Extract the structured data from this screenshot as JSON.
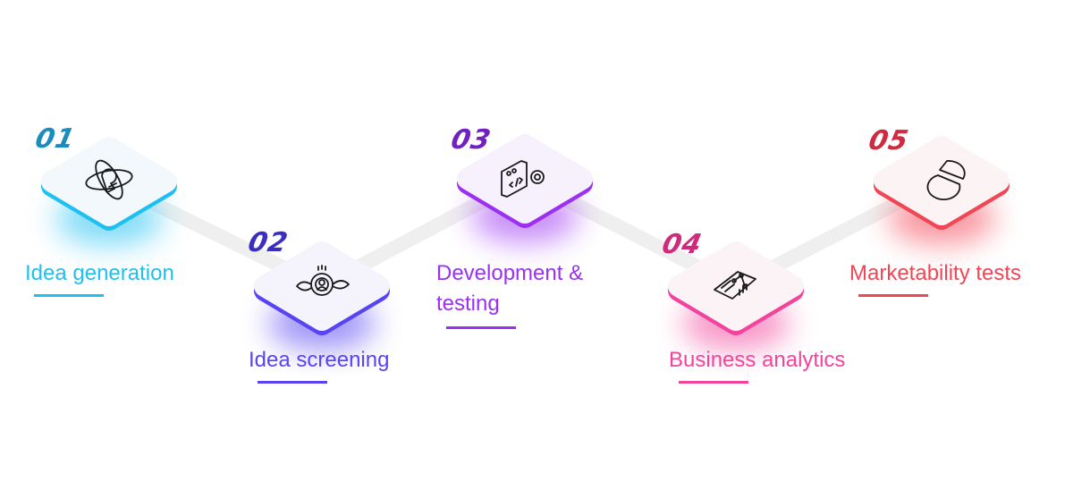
{
  "steps": [
    {
      "number": "01",
      "label": "Idea generation",
      "icon": "lightbulb-orbit-icon",
      "accent": "#1ec0f2",
      "number_color": "#1a8cc0",
      "tile": "#f3f8fd"
    },
    {
      "number": "02",
      "label": "Idea screening",
      "icon": "eye-target-icon",
      "accent": "#5844f2",
      "number_color": "#3b2fc2",
      "tile": "#f5f4fd"
    },
    {
      "number": "03",
      "label": "Development & testing",
      "label_lines": [
        "Development &",
        "testing"
      ],
      "icon": "code-gear-icon",
      "accent": "#9b30f2",
      "number_color": "#7220c0",
      "tile": "#f6f1fc"
    },
    {
      "number": "04",
      "label": "Business analytics",
      "icon": "analytics-chart-icon",
      "accent": "#f2449c",
      "number_color": "#d02a7a",
      "tile": "#fcf3f7"
    },
    {
      "number": "05",
      "label": "Marketability tests",
      "icon": "pie-chart-icon",
      "accent": "#f24555",
      "number_color": "#d02a40",
      "tile": "#fcf4f4"
    }
  ]
}
